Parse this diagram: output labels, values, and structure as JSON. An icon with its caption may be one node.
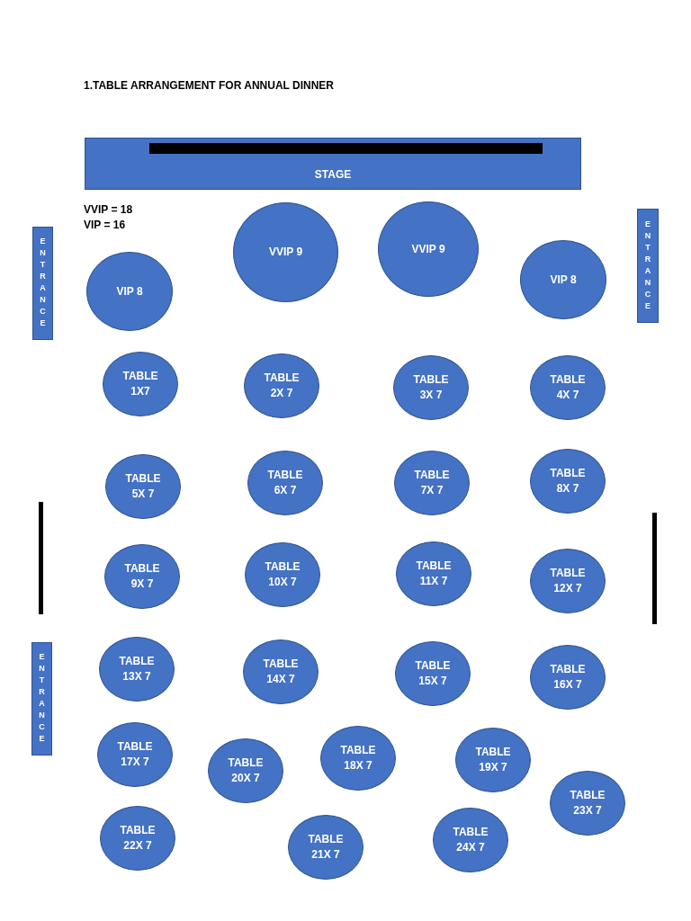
{
  "diagram": {
    "title": "1.TABLE ARRANGEMENT FOR ANNUAL DINNER",
    "nodes": [
      {
        "text": [
          "STAGE"
        ]
      },
      {
        "text": [
          "ENTRANCE"
        ]
      },
      {
        "text": [
          "VIP 8"
        ]
      },
      {
        "text": [
          "VVIP 9"
        ]
      },
      {
        "text": [
          "VVIP 9"
        ]
      },
      {
        "text": [
          "VIP 8"
        ]
      },
      {
        "text": [
          "ENTRANCE"
        ]
      },
      {
        "text": [
          "TABLE 1X7"
        ]
      },
      {
        "text": [
          "TABLE 2X 7"
        ]
      },
      {
        "text": [
          "TABLE 3X 7"
        ]
      },
      {
        "text": [
          "TABLE 4X 7"
        ]
      },
      {
        "text": [
          "TABLE 5X 7"
        ]
      },
      {
        "text": [
          "TABLE 6X 7"
        ]
      },
      {
        "text": [
          "TABLE 7X 7"
        ]
      },
      {
        "text": [
          "TABLE 8X 7"
        ]
      },
      {
        "text": [
          "TABLE 9X 7"
        ]
      },
      {
        "text": [
          "TABLE 10X 7"
        ]
      },
      {
        "text": [
          "TABLE 11X 7"
        ]
      },
      {
        "text": [
          "TABLE 12X 7"
        ]
      },
      {
        "text": [
          "TABLE 13X 7"
        ]
      },
      {
        "text": [
          "TABLE 14X 7"
        ]
      },
      {
        "text": [
          "TABLE 15X 7"
        ]
      },
      {
        "text": [
          "TABLE 16X 7"
        ]
      },
      {
        "text": [
          "ENTRANCE"
        ]
      },
      {
        "text": [
          "TABLE 17X 7"
        ]
      },
      {
        "text": [
          "TABLE 20X 7"
        ]
      },
      {
        "text": [
          "TABLE 18X 7"
        ]
      },
      {
        "text": [
          "TABLE 19X 7"
        ]
      },
      {
        "text": [
          "TABLE 23X 7"
        ]
      },
      {
        "text": [
          "TABLE 22X 7"
        ]
      },
      {
        "text": [
          "TABLE 21X 7"
        ]
      },
      {
        "text": [
          "TABLE 24X 7"
        ]
      }
    ],
    "labels": [
      "VVIP = 18",
      "VIP = 16"
    ]
  }
}
